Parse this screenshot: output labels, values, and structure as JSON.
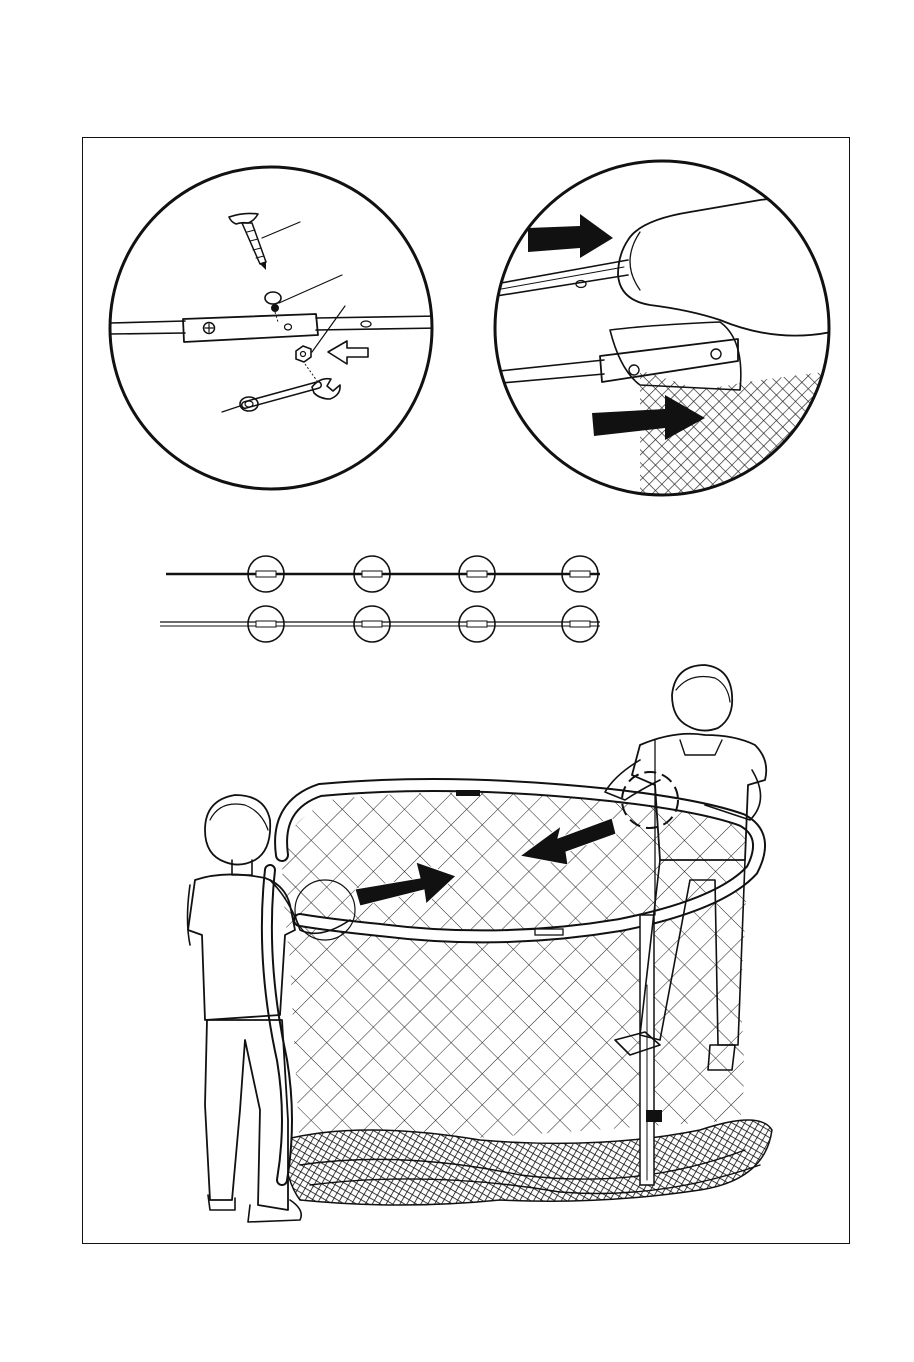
{
  "figure": {
    "kind": "assembly-instruction-illustration",
    "panels": [
      {
        "id": "detail-bolt-assembly",
        "icons": [
          "bolt-icon",
          "washer-icon",
          "nut-icon",
          "wrench-icon",
          "hollow-arrow-icon"
        ]
      },
      {
        "id": "detail-sleeve-insertion",
        "icons": [
          "solid-arrow-icon",
          "foam-padding",
          "net-mesh"
        ]
      },
      {
        "id": "pole-joint-diagram",
        "rows": 2,
        "joints_per_row": 4
      },
      {
        "id": "two-person-net-frame-scene",
        "icons": [
          "person-left",
          "person-right",
          "solid-arrow-icon",
          "net-mesh",
          "support-pole"
        ]
      }
    ],
    "colors": {
      "ink": "#111111",
      "paper": "#ffffff",
      "padding": "#ececec"
    }
  }
}
